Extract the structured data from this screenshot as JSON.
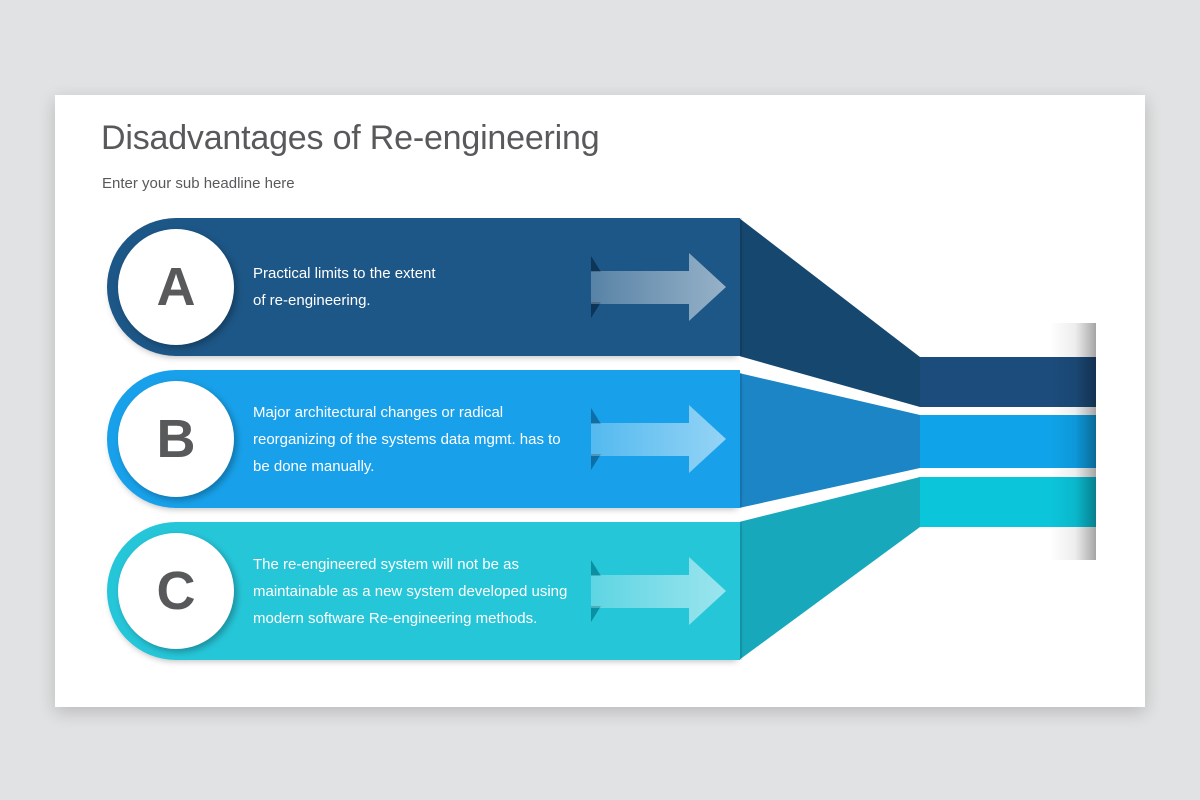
{
  "page": {
    "background_color": "#E1E2E3"
  },
  "slide": {
    "background_color": "#FFFFFF"
  },
  "header": {
    "title": "Disadvantages of Re-engineering",
    "subtitle": "Enter your sub headline here",
    "text_color": "#58595B"
  },
  "bands": [
    {
      "letter": "A",
      "description": "Practical limits to the extent\nof re-engineering.",
      "icon": "arrow-right-icon",
      "colors": {
        "body": "#1D5787",
        "fold": "#16476F",
        "bar": "#1C4C7C",
        "arrow_dark": "#0C3557"
      }
    },
    {
      "letter": "B",
      "description": "Major architectural changes or radical\nreorganizing of the systems data mgmt. has to\nbe done manually.",
      "icon": "arrow-right-icon",
      "colors": {
        "body": "#18A1EA",
        "fold": "#1B85C5",
        "bar": "#0FA3E9",
        "arrow_dark": "#0D6FA6"
      }
    },
    {
      "letter": "C",
      "description": "The re-engineered system will not be as\nmaintainable as a new system developed using\nmodern software Re-engineering methods.",
      "icon": "arrow-right-icon",
      "colors": {
        "body": "#26C6D9",
        "fold": "#17A8BC",
        "bar": "#0BC5DB",
        "arrow_dark": "#0B8FA3"
      }
    }
  ]
}
